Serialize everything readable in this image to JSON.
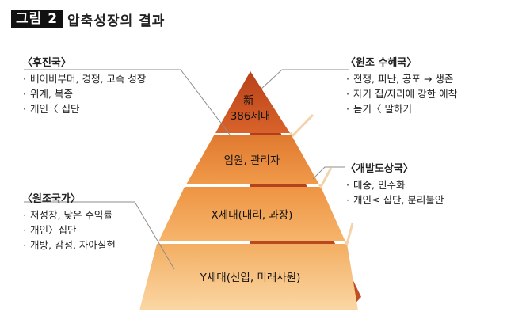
{
  "figure": {
    "label": "그림 2",
    "title": "압축성장의 결과"
  },
  "pyramid": {
    "tiers": [
      {
        "lines": [
          "新",
          "386세대"
        ]
      },
      {
        "lines": [
          "임원, 관리자"
        ]
      },
      {
        "lines": [
          "X세대(대리, 과장)"
        ]
      },
      {
        "lines": [
          "Y세대(신입, 미래사원)"
        ]
      }
    ]
  },
  "groups": [
    {
      "title": "〈후진국〉",
      "items": [
        "베이비부머, 경쟁, 고속 성장",
        "위계, 복종",
        "개인〈 집단"
      ]
    },
    {
      "title": "〈원조 수혜국〉",
      "items": [
        "전쟁, 피난, 공포 → 생존",
        "자기 집/자리에 강한 애착",
        "듣기〈 말하기"
      ]
    },
    {
      "title": "〈개발도상국〉",
      "items": [
        "대중, 민주화",
        "개인≤ 집단, 분리불안"
      ]
    },
    {
      "title": "〈원조국가〉",
      "items": [
        "저성장, 낮은 수익률",
        "개인〉집단",
        "개방, 감성, 자아실현"
      ]
    }
  ],
  "bullet_char": "·",
  "colors": {
    "tier_top": "#c8501f",
    "tier_2": "#ea8a37",
    "tier_3": "#f0a24f",
    "tier_4": "#f6c27c",
    "side_dark": "#b74217",
    "connector": "#8c8c8c"
  }
}
